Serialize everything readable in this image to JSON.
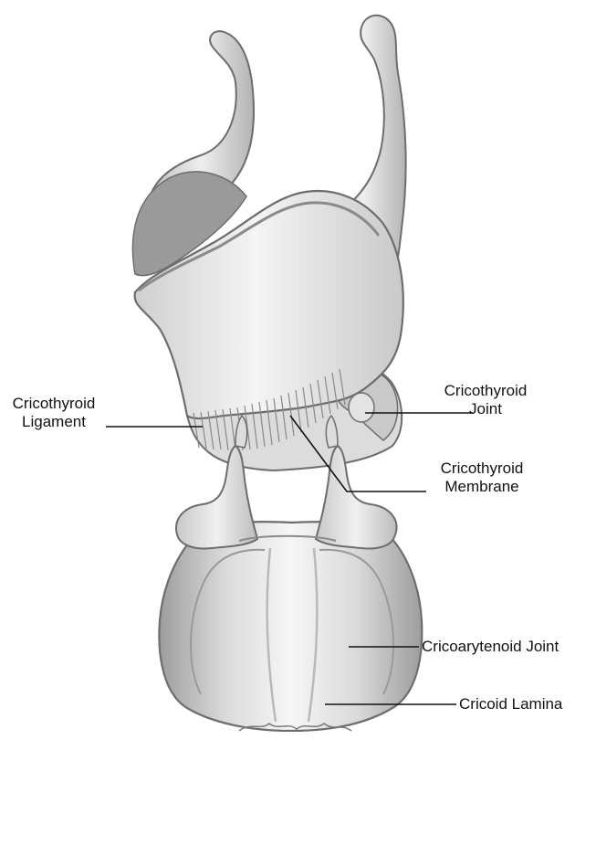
{
  "labels": {
    "cricothyroid_ligament": [
      "Cricothyroid",
      "Ligament"
    ],
    "cricothyroid_joint": [
      "Cricothyroid",
      "Joint"
    ],
    "cricothyroid_membrane": [
      "Cricothyroid",
      "Membrane"
    ],
    "cricoarytenoid_joint": "Cricoarytenoid Joint",
    "cricoid_lamina": "Cricoid Lamina"
  },
  "colors": {
    "outline": "#6d6d6d",
    "light_fill": "#e9e9e9",
    "mid_fill": "#c4c4c4",
    "dark_fill": "#8f8f8f",
    "leader_line": "#111111"
  }
}
